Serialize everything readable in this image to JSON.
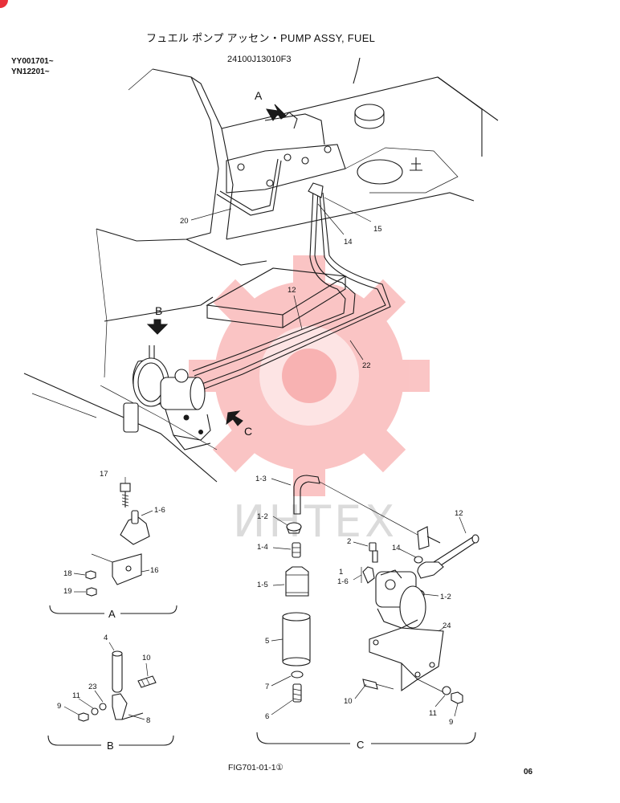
{
  "header": {
    "title": "フュエル ポンプ アッセン・PUMP ASSY, FUEL",
    "part_number": "24100J13010F3",
    "serial_1": "YY001701~",
    "serial_2": "YN12201~"
  },
  "watermark": {
    "text": "ИНТЕХ",
    "color": "#f04a4a"
  },
  "callouts": {
    "view_a": "A",
    "view_b": "B",
    "view_c": "C",
    "p20": "20",
    "p15": "15",
    "p14": "14",
    "p12": "12",
    "p22": "22",
    "a17": "17",
    "a1_6": "1-6",
    "a16": "16",
    "a18": "18",
    "a19": "19",
    "b4": "4",
    "b10": "10",
    "b23": "23",
    "b11": "11",
    "b9": "9",
    "b8": "8",
    "c1_3": "1-3",
    "c1_2": "1-2",
    "c1_4": "1-4",
    "c1_5": "1-5",
    "c5": "5",
    "c7": "7",
    "c6": "6",
    "c2": "2",
    "c1": "1",
    "c1_6": "1-6",
    "c14": "14",
    "c12": "12",
    "c1_2b": "1-2",
    "c24": "24",
    "c10": "10",
    "c11": "11",
    "c9": "9"
  },
  "sections": {
    "a": "A",
    "b": "B",
    "c": "C"
  },
  "footer": {
    "figure_ref": "FIG701-01-1①",
    "page": "06"
  }
}
